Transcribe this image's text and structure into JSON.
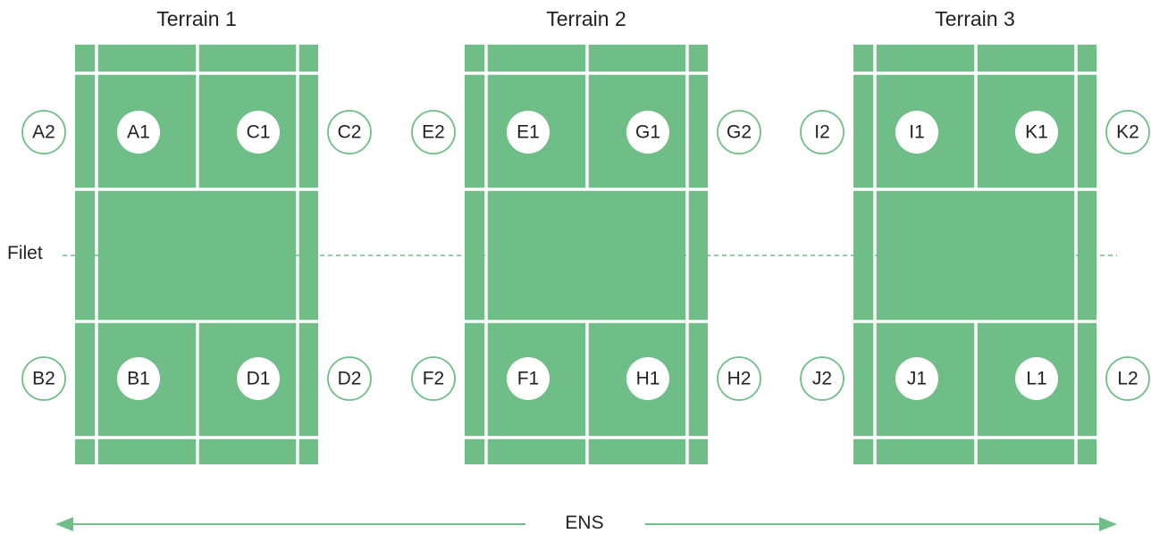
{
  "terrains": [
    {
      "title": "Terrain 1",
      "players": {
        "top_left": "A1",
        "top_right": "C1",
        "bottom_left": "B1",
        "bottom_right": "D1",
        "out_top_left": "A2",
        "out_top_right": "C2",
        "out_bottom_left": "B2",
        "out_bottom_right": "D2"
      }
    },
    {
      "title": "Terrain 2",
      "players": {
        "top_left": "E1",
        "top_right": "G1",
        "bottom_left": "F1",
        "bottom_right": "H1",
        "out_top_left": "E2",
        "out_top_right": "G2",
        "out_bottom_left": "F2",
        "out_bottom_right": "H2"
      }
    },
    {
      "title": "Terrain 3",
      "players": {
        "top_left": "I1",
        "top_right": "K1",
        "bottom_left": "J1",
        "bottom_right": "L1",
        "out_top_left": "I2",
        "out_top_right": "K2",
        "out_bottom_left": "J2",
        "out_bottom_right": "L2"
      }
    }
  ],
  "net_label": "Filet",
  "direction_label": "ENS",
  "colors": {
    "court": "#6fbe87",
    "lines": "#ffffff",
    "text": "#222222"
  }
}
